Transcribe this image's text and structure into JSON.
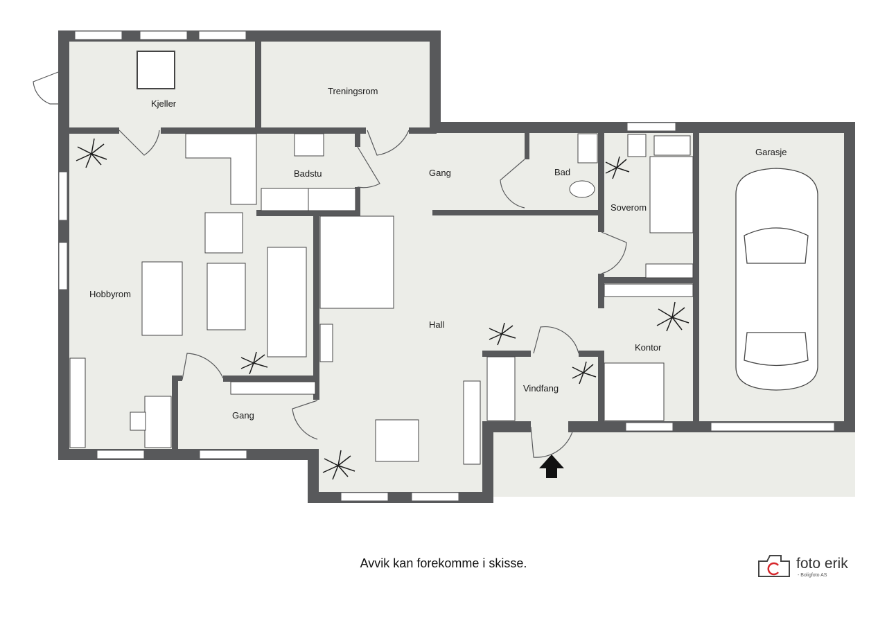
{
  "rooms": {
    "kjeller": "Kjeller",
    "treningsrom": "Treningsrom",
    "badstu": "Badstu",
    "gang_upper": "Gang",
    "bad": "Bad",
    "soverom": "Soverom",
    "garasje": "Garasje",
    "hobbyrom": "Hobbyrom",
    "hall": "Hall",
    "kontor": "Kontor",
    "vindfang": "Vindfang",
    "gang_lower": "Gang"
  },
  "disclaimer": "Avvik kan forekomme i skisse.",
  "logo": {
    "name": "foto erik",
    "tagline": "- Boligfoto AS"
  },
  "colors": {
    "wall": "#58595b",
    "floor": "#ecede8",
    "accent": "#d6262b"
  }
}
